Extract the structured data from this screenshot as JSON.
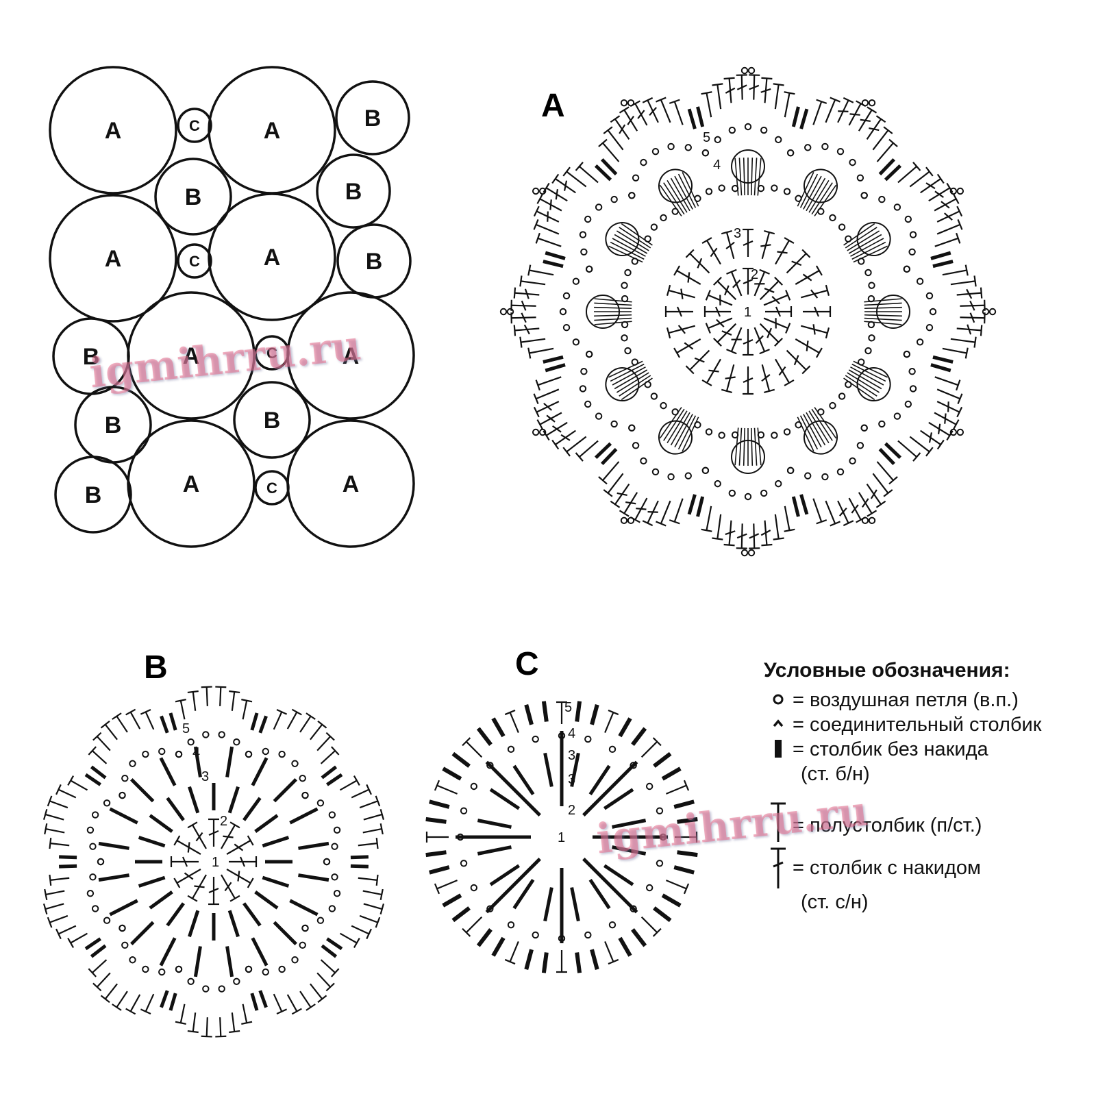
{
  "layout_labels": {
    "a": "A",
    "b": "B",
    "c": "C"
  },
  "motifs": [
    {
      "id": "A",
      "title": "A",
      "rows": [
        "1",
        "2",
        "3",
        "4",
        "5"
      ]
    },
    {
      "id": "B",
      "title": "B",
      "rows": [
        "1",
        "2",
        "3",
        "4",
        "5"
      ]
    },
    {
      "id": "C",
      "title": "C",
      "rows": [
        "1",
        "2",
        "3",
        "3",
        "4",
        "5"
      ]
    }
  ],
  "legend": {
    "title": "Условные обозначения:",
    "items": [
      {
        "symbol": "chain-icon",
        "text": "= воздушная петля (в.п.)",
        "sub": ""
      },
      {
        "symbol": "slip-stitch-icon",
        "text": "= соединительный столбик",
        "sub": ""
      },
      {
        "symbol": "single-crochet-icon",
        "text": "= столбик без накида",
        "sub": "(ст. б/н)"
      },
      {
        "symbol": "half-double-icon",
        "text": "= полустолбик (п/ст.)",
        "sub": ""
      },
      {
        "symbol": "double-crochet-icon",
        "text": "= столбик с накидом",
        "sub": "(ст. с/н)"
      }
    ]
  },
  "watermarks": [
    "igmihrru.ru",
    "igmihrru.ru"
  ]
}
